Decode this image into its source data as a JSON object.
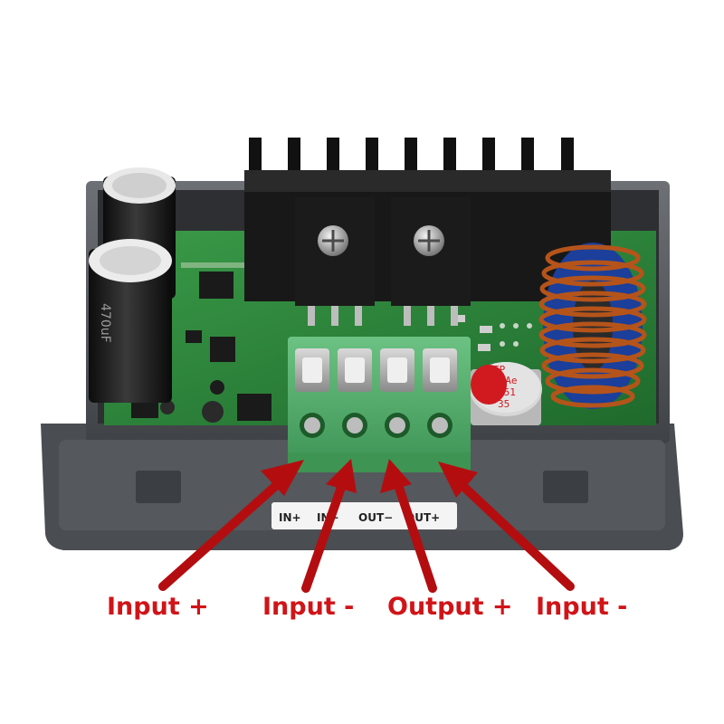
{
  "terminal_strip": {
    "in_plus": "IN+",
    "in_minus": "IN−",
    "out_minus": "OUT−",
    "out_plus": "OUT+"
  },
  "capacitor_left": {
    "rating": "470uF"
  },
  "capacitor_right": {
    "line1": "FP",
    "line2": "42Ae",
    "line3": "151",
    "line4": "35"
  },
  "labels": {
    "input_plus": "Input +",
    "input_minus_1": "Input -",
    "output_plus": "Output +",
    "input_minus_2": "Input -"
  },
  "colors": {
    "label_red": "#d01418",
    "arrow_red": "#b40d10",
    "pcb_green": "#2f8a3c",
    "terminal_green": "#52b06a",
    "case_gray": "#5a5d61",
    "heatsink_black": "#141414",
    "coil_copper": "#b5541a"
  }
}
